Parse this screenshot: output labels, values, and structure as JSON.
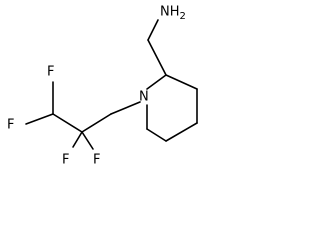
{
  "molecule": {
    "atoms": {
      "nh2": "NH2",
      "n_ring": "N",
      "f1": "F",
      "f2": "F",
      "f3": "F",
      "f4": "F"
    },
    "colors": {
      "bond": "#000000",
      "label": "#000000",
      "background": "#ffffff"
    }
  }
}
